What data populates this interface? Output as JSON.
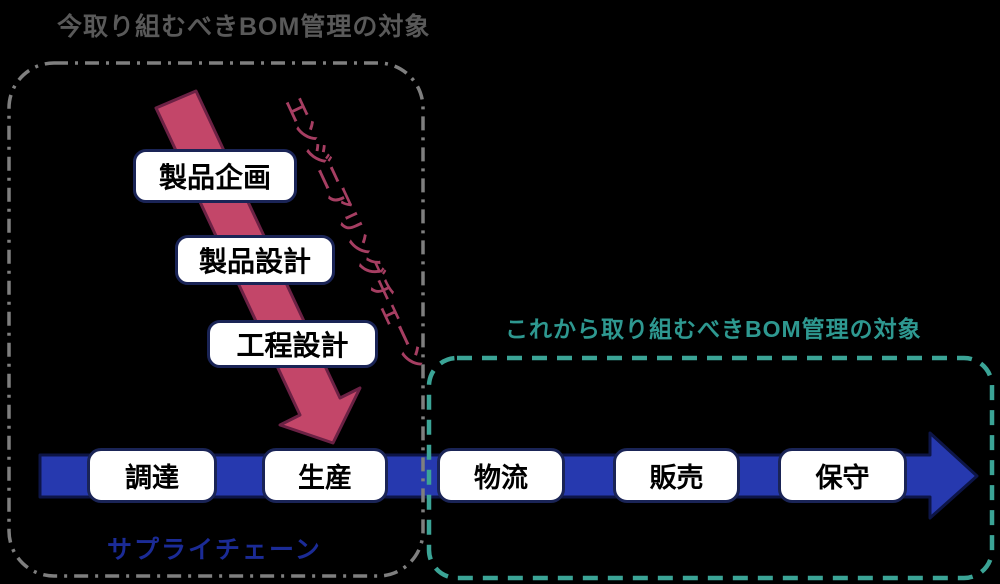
{
  "titles": {
    "left": "今取り組むべきBOM管理の対象",
    "right": "これから取り組むべきBOM管理の対象"
  },
  "engineering_chain": {
    "label": "エンジニアリングチェーン",
    "stages": [
      {
        "label": "製品企画"
      },
      {
        "label": "製品設計"
      },
      {
        "label": "工程設計"
      }
    ]
  },
  "supply_chain": {
    "label": "サプライチェーン",
    "stages": [
      {
        "label": "調達"
      },
      {
        "label": "生産"
      },
      {
        "label": "物流"
      },
      {
        "label": "販売"
      },
      {
        "label": "保守"
      }
    ]
  },
  "colors": {
    "background": "#000000",
    "left_title": "#595959",
    "left_scope_border": "#7F7F7F",
    "right_title": "#2E9890",
    "right_scope_border": "#3BA496",
    "engineering_arrow_fill": "#C34669",
    "engineering_arrow_outline": "#6B2144",
    "engineering_label": "#A63E62",
    "supply_arrow_fill": "#2639AF",
    "supply_arrow_outline": "#0D1547",
    "supply_label": "#1B2B96",
    "stage_box_fill": "#FFFFFF",
    "stage_box_border": "#1A2456",
    "stage_text": "#000000"
  }
}
